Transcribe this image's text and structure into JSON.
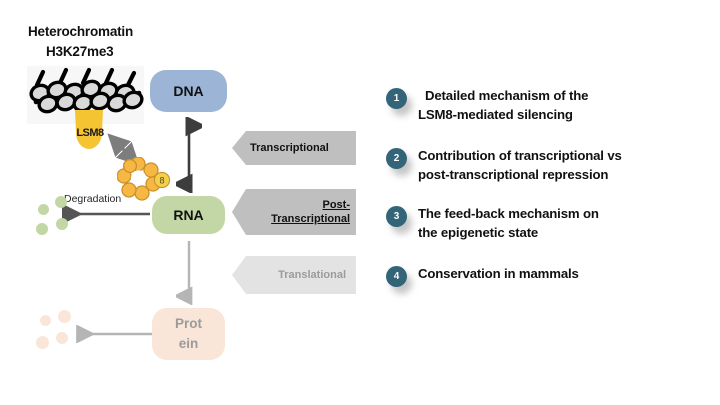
{
  "figure": {
    "heterochromatin_label": "Heterochromatin",
    "histone_mark_label": "H3K27me3",
    "degradation_label": "Degradation",
    "lsm_cup_label": "LSM8",
    "lsm_ring_subunit_label": "8"
  },
  "nodes": {
    "dna": {
      "label": "DNA",
      "color": "#9cb4d6"
    },
    "rna": {
      "label": "RNA",
      "color": "#c3d6a5"
    },
    "protein": {
      "label_line1": "Prot",
      "label_line2": "ein",
      "color": "#fae6d8"
    }
  },
  "chevrons": [
    {
      "label": "Transcriptional",
      "color": "#bfbfbf",
      "muted": false,
      "underlined": false
    },
    {
      "label_line1": "Post-",
      "label_line2": "Transcriptional",
      "color": "#bfbfbf",
      "muted": false,
      "underlined": true
    },
    {
      "label": "Translational",
      "color": "#e3e3e3",
      "muted": true,
      "underlined": false
    }
  ],
  "objectives": {
    "badge_color": "#336477",
    "items": [
      {
        "number": "1",
        "line1": "Detailed mechanism of the",
        "line2": "LSM8-mediated silencing"
      },
      {
        "number": "2",
        "line1": "Contribution of transcriptional vs",
        "line2": "post-transcriptional  repression"
      },
      {
        "number": "3",
        "line1": "The feed-back mechanism on",
        "line2": "the epigenetic state"
      },
      {
        "number": "4",
        "line1": "Conservation in mammals",
        "line2": ""
      }
    ]
  }
}
